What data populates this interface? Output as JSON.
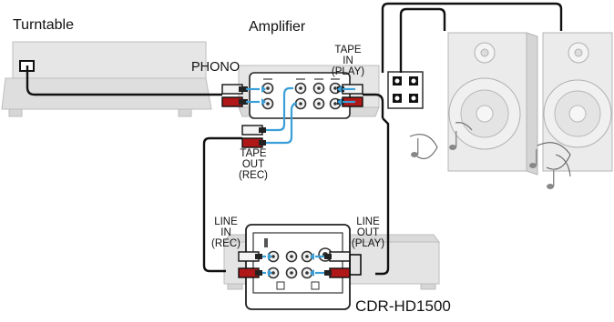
{
  "devices": {
    "turntable": "Turntable",
    "amplifier": "Amplifier",
    "recorder": "CDR-HD1500"
  },
  "terminals": {
    "phono": "PHONO",
    "tape_in": [
      "TAPE",
      "IN",
      "(PLAY)"
    ],
    "tape_out": [
      "TAPE",
      "OUT",
      "(REC)"
    ],
    "line_in": [
      "LINE",
      "IN",
      "(REC)"
    ],
    "line_out": [
      "LINE",
      "OUT",
      "(PLAY)"
    ]
  },
  "colors": {
    "cable": "#111111",
    "signal_arrow": "#3a9fd8",
    "plug_red": "#b01818",
    "plug_white": "#f4f4f4",
    "device_fill": "#e4e4e4",
    "device_stroke": "#b8b8b8"
  }
}
